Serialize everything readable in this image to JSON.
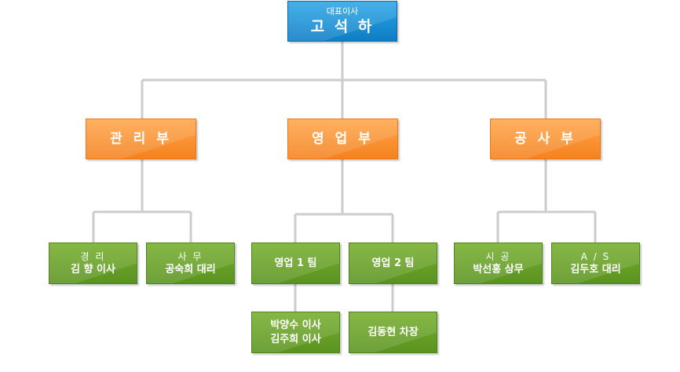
{
  "ceo": {
    "title": "대표이사",
    "name": "고 석 하"
  },
  "departments": {
    "management": "관 리 부",
    "sales": "영 업 부",
    "construction": "공 사 부"
  },
  "teams": {
    "accounting": {
      "title": "경  리",
      "name": "김 향 이사"
    },
    "office": {
      "title": "사  무",
      "name": "공숙희 대리"
    },
    "sales1": {
      "label": "영업 1 팀"
    },
    "sales2": {
      "label": "영업 2 팀"
    },
    "sales1_members": {
      "line1": "박양수 이사",
      "line2": "김주희 이사"
    },
    "sales2_members": {
      "label": "김동현 차장"
    },
    "site": {
      "title": "시  공",
      "name": "박선홍 상무"
    },
    "as": {
      "title": "A / S",
      "name": "김두호 대리"
    }
  },
  "colors": {
    "ceo": "#1a8fd6",
    "department": "#f7922e",
    "team": "#68a225",
    "connector": "#cccccc"
  }
}
